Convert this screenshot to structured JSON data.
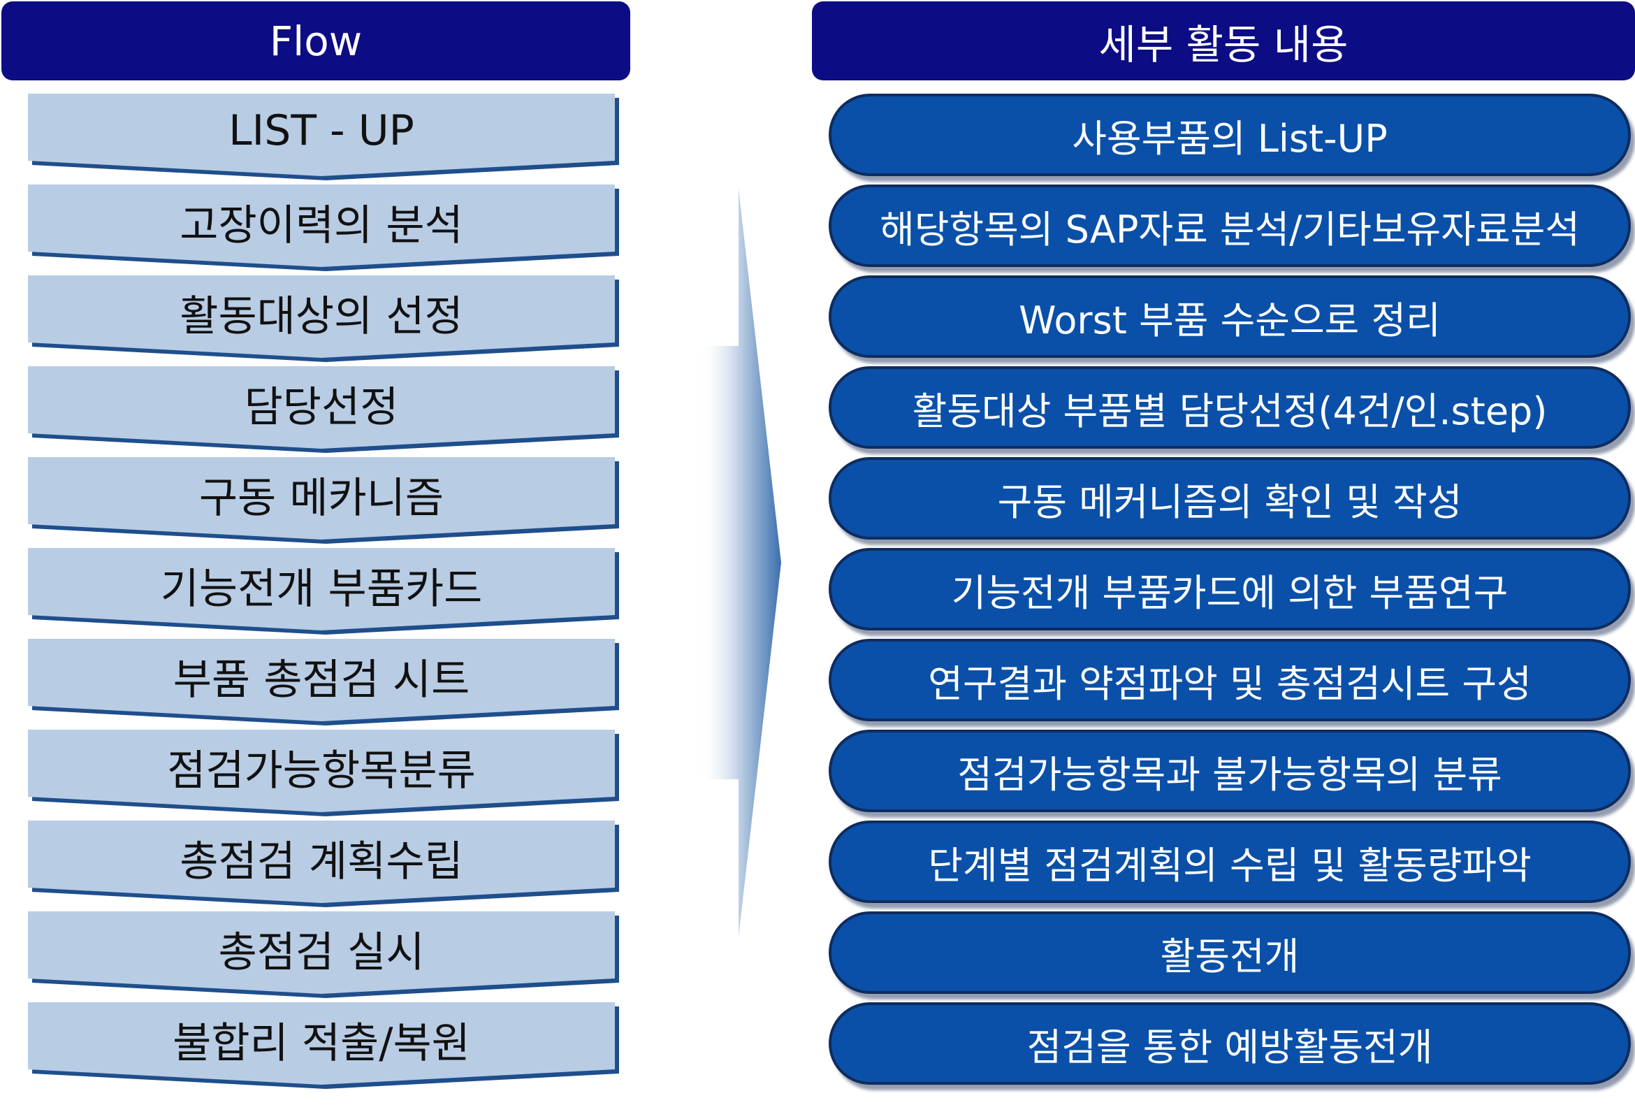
{
  "flow_header": "Flow",
  "detail_header": "세부 활동 내용",
  "flow_steps": [
    "LIST - UP",
    "고장이력의 분석",
    "활동대상의 선정",
    "담당선정",
    "구동 메카니즘",
    "기능전개 부품카드",
    "부품 총점검 시트",
    "점검가능항목분류",
    "총점검 계획수립",
    "총점검 실시",
    "불합리 적출/복원"
  ],
  "detail_steps": [
    "사용부품의 List-UP",
    "해당항목의 SAP자료 분석/기타보유자료분석",
    "Worst 부품 수순으로 정리",
    "활동대상 부품별 담당선정(4건/인.step)",
    "구동 메커니즘의 확인 및 작성",
    "기능전개 부품카드에 의한 부품연구",
    "연구결과 약점파악 및 총점검시트 구성",
    "점검가능항목과 불가능항목의 분류",
    "단계별 점검계획의 수립 및 활동량파악",
    "활동전개",
    "점검을 통한 예방활동전개"
  ],
  "colors": {
    "header_bg": "#0c0c85",
    "chevron_fill": "#b8cce4",
    "chevron_shadow": "#1f4e8c",
    "pill_fill": "#0a50a8",
    "pill_border": "#0f2c5f"
  }
}
